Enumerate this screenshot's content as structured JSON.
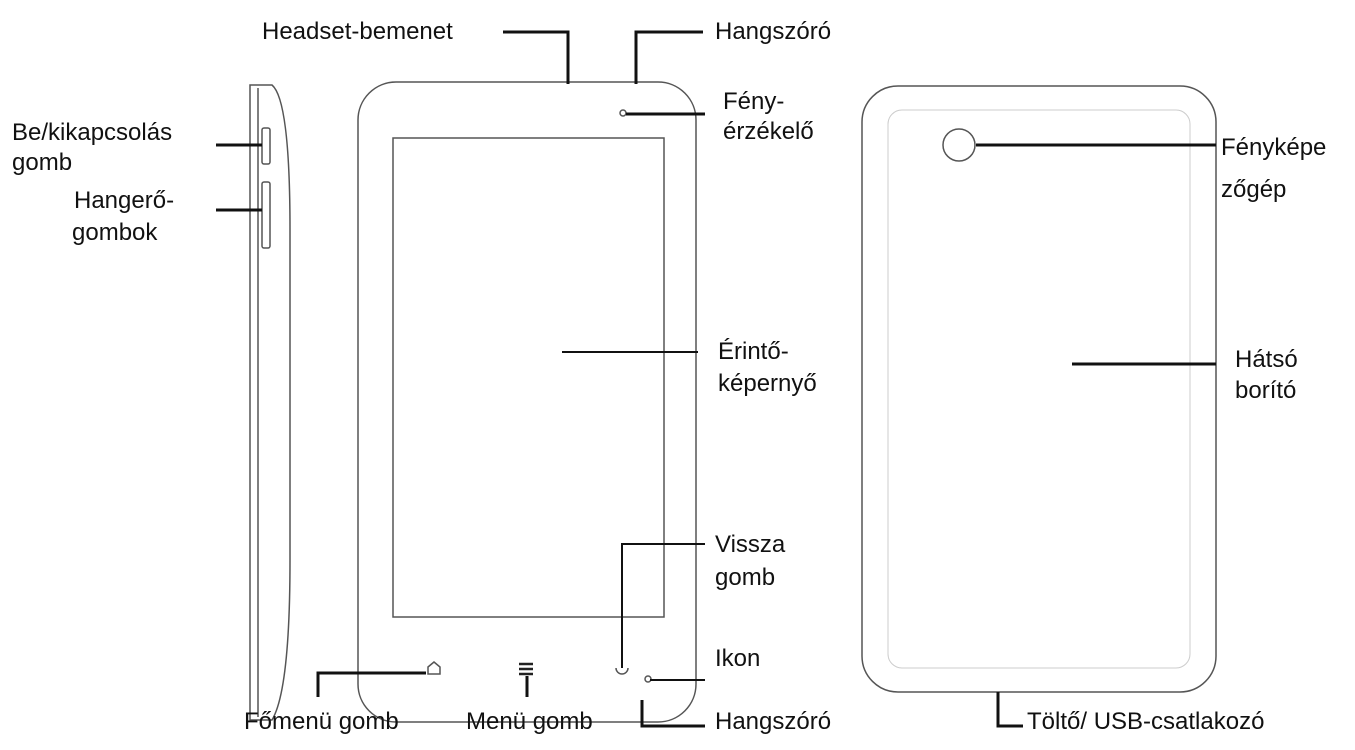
{
  "labels": {
    "headset": "Headset-bemenet",
    "speaker_top": "Hangszóró",
    "light_sensor_1": "Fény-",
    "light_sensor_2": "érzékelő",
    "power_1": "Be/kikapcsolás",
    "power_2": "gomb",
    "volume_1": "Hangerő-",
    "volume_2": "gombok",
    "camera_1": "Fényképe",
    "camera_2": "zőgép",
    "touch_1": "Érintő-",
    "touch_2": "képernyő",
    "back_cover_1": "Hátsó",
    "back_cover_2": "borító",
    "back_btn_1": "Vissza",
    "back_btn_2": "gomb",
    "icon": "Ikon",
    "home": "Főmenü gomb",
    "menu": "Menü gomb",
    "speaker_bottom": "Hangszóró",
    "charger": "Töltő/ USB-csatlakozó"
  }
}
